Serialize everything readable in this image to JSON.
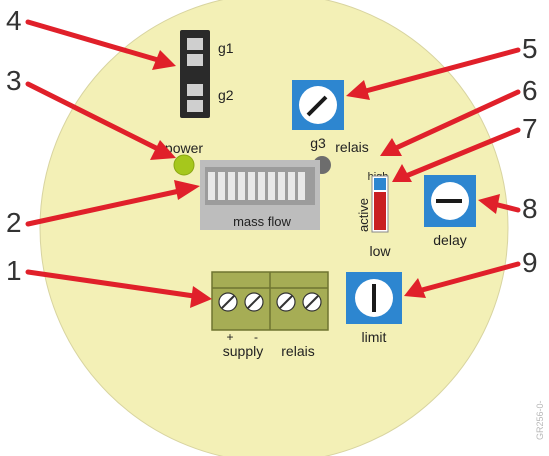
{
  "callouts": [
    "1",
    "2",
    "3",
    "4",
    "5",
    "6",
    "7",
    "8",
    "9"
  ],
  "labels": {
    "g1": "g1",
    "g2": "g2",
    "g3": "g3",
    "power": "power",
    "relais_top": "relais",
    "high": "high",
    "active": "active",
    "low": "low",
    "mass_flow": "mass flow",
    "delay": "delay",
    "limit": "limit",
    "plus": "+",
    "minus": "-",
    "supply": "supply",
    "relais_bottom": "relais"
  },
  "watermark": "GR256-0-",
  "colors": {
    "plate": "#f3f0b6",
    "arrow": "#e0202a",
    "pot_blue": "#2d86d0",
    "led_green": "#a6c71c",
    "led_grey": "#6d6d6d",
    "terminal": "#a6ad55",
    "bar": "#c91f1f"
  },
  "icons": [
    "dip-switch-icon",
    "potentiometer-icon",
    "led-icon",
    "terminal-block-icon",
    "bar-graph-icon"
  ]
}
